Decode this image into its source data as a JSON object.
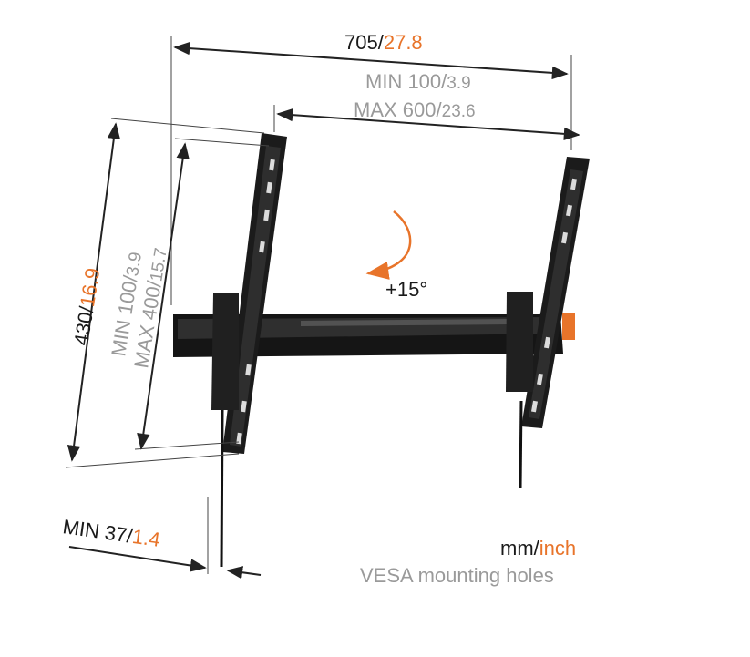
{
  "colors": {
    "dark": "#1a1a1a",
    "gray": "#9a9a9a",
    "orange": "#e8742a",
    "line": "#222222"
  },
  "width_dim": {
    "mm": "705",
    "sep": "/",
    "inch": "27.8"
  },
  "vesa_h": {
    "min_label": "MIN 100",
    "min_sep": "/",
    "min_inch": "3.9",
    "max_label": "MAX 600",
    "max_sep": "/",
    "max_inch": "23.6"
  },
  "height_dim": {
    "mm": "430",
    "sep": "/",
    "inch": "16.9"
  },
  "vesa_v": {
    "min_label": "MIN 100",
    "min_sep": "/",
    "min_inch": "3.9",
    "max_label": "MAX 400",
    "max_sep": "/",
    "max_inch": "15.7"
  },
  "tilt": {
    "label": "+15°"
  },
  "depth_dim": {
    "label": "MIN 37",
    "sep": "/",
    "inch": "1.4"
  },
  "legend": {
    "unit_mm": "mm",
    "unit_sep": "/",
    "unit_inch": "inch",
    "note": "VESA mounting holes"
  }
}
